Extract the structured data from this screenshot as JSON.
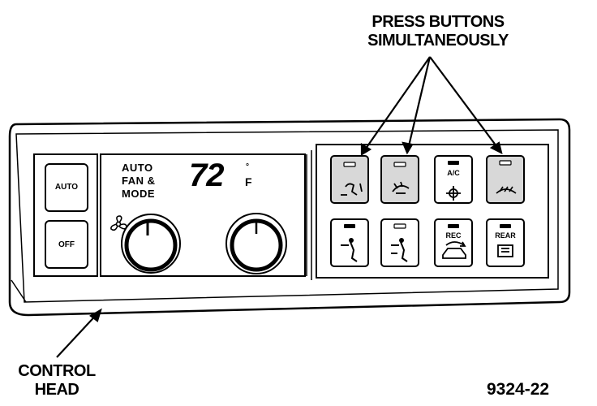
{
  "callouts": {
    "press_buttons": "PRESS BUTTONS SIMULTANEOUSLY",
    "control_head": "CONTROL HEAD"
  },
  "figure_id": "9324-22",
  "display": {
    "mode_line1": "AUTO",
    "mode_line2": "FAN &",
    "mode_line3": "MODE",
    "temperature": "72",
    "degree_mark": "°",
    "unit": "F"
  },
  "side_buttons": {
    "auto": "AUTO",
    "off": "OFF"
  },
  "button_grid": {
    "ac_label": "A/C",
    "rec_label": "REC",
    "rear_label": "REAR"
  },
  "icons": [
    "fan-icon",
    "defrost-floor-icon",
    "windshield-defrost-icon",
    "ac-snowflake-icon",
    "front-defrost-icon",
    "vent-icon",
    "bilevel-icon",
    "recirculation-car-icon",
    "rear-defrost-icon"
  ]
}
